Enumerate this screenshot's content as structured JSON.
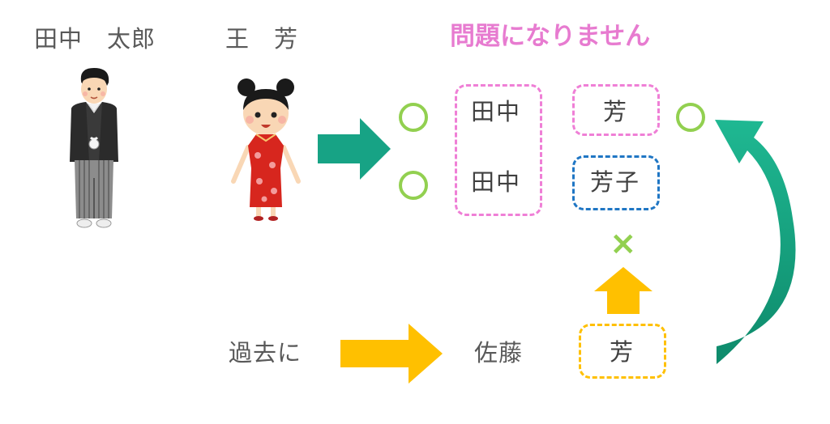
{
  "people": {
    "person1_name": "田中　太郎",
    "person2_name": "王　芳"
  },
  "headline": "問題になりません",
  "pink_box": {
    "row1": "田中",
    "row2": "田中"
  },
  "given_boxes": {
    "top": "芳",
    "bottom": "芳子"
  },
  "cross_mark": "×",
  "bottom_row": {
    "past_label": "過去に",
    "surname": "佐藤",
    "given": "芳"
  },
  "colors": {
    "headline": "#e77bd0",
    "pink_dash": "#ef7fd6",
    "blue_dash": "#1f76c4",
    "yellow": "#ffc000",
    "teal": "#17a385",
    "green_mark": "#92d050",
    "text": "#595959"
  },
  "icons": [
    "man-in-hakama-icon",
    "girl-in-qipao-icon",
    "circle-ok-icon",
    "cross-ng-icon",
    "arrow-right-icon",
    "arrow-up-icon",
    "curved-arrow-icon"
  ]
}
